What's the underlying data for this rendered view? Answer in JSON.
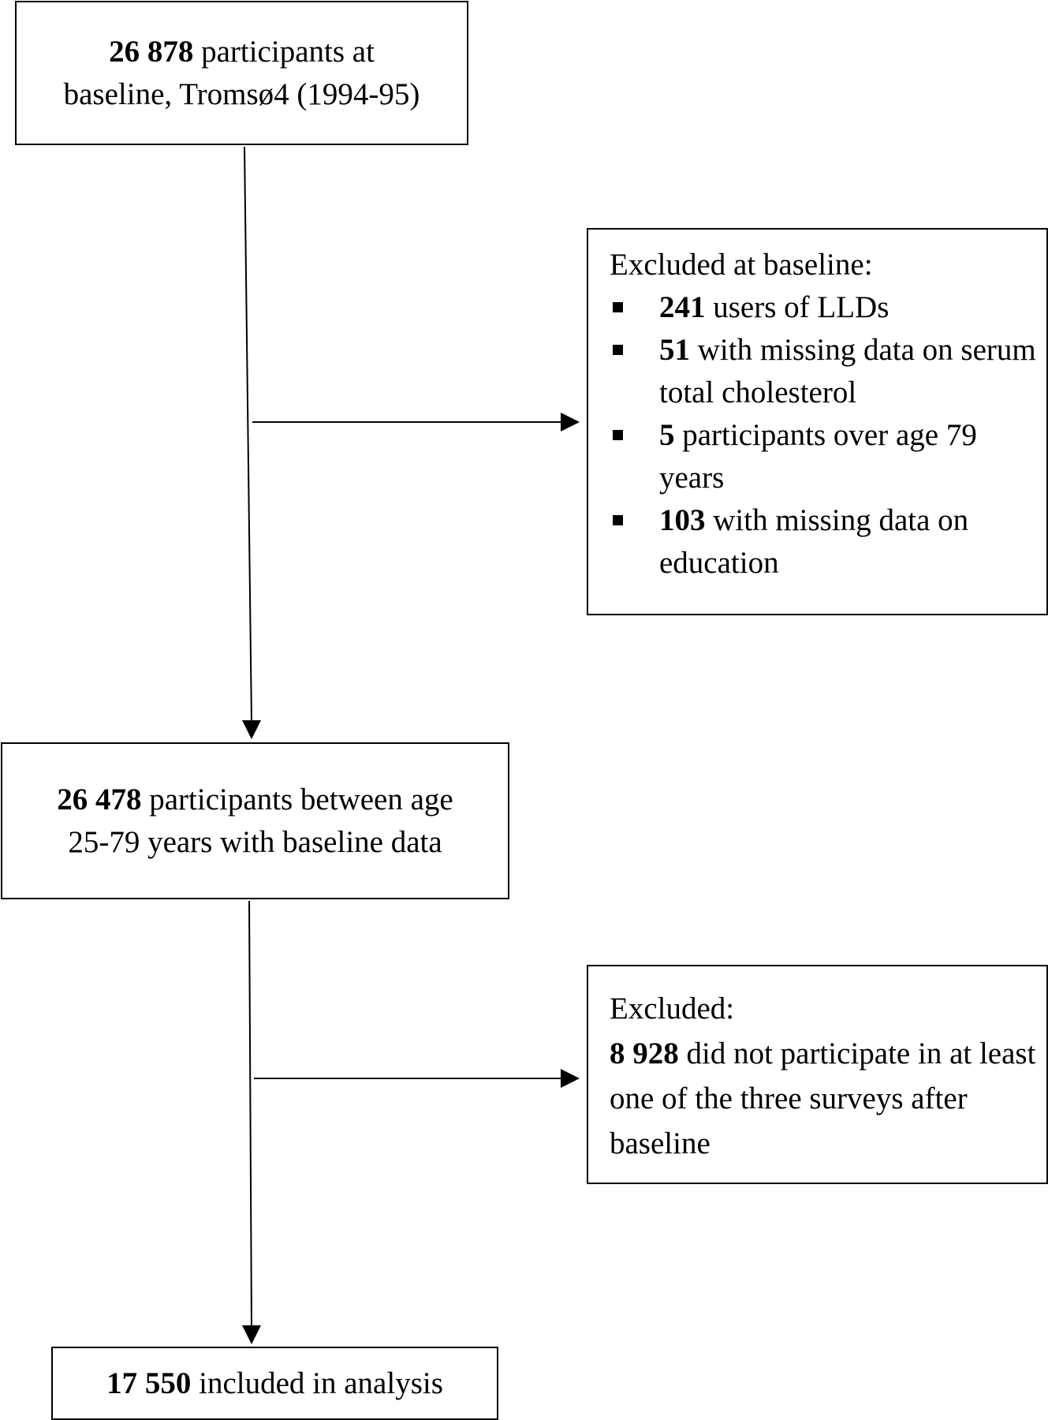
{
  "box_baseline": {
    "count": "26 878",
    "line1_rest": " participants at",
    "line2": "baseline, Tromsø4 (1994-95)"
  },
  "box_excluded_baseline": {
    "heading": "Excluded at baseline:",
    "items": [
      {
        "count": "241",
        "text": " users of LLDs"
      },
      {
        "count": "51",
        "text": " with missing data on serum total cholesterol"
      },
      {
        "count": "5",
        "text": " participants over age 79 years"
      },
      {
        "count": "103",
        "text": " with missing data on education"
      }
    ]
  },
  "box_eligible": {
    "count": "26 478",
    "line1_rest": " participants between age",
    "line2": "25-79 years with baseline data"
  },
  "box_excluded_followup": {
    "heading": "Excluded:",
    "count": "8 928",
    "text": " did not participate in at least one of the three surveys after baseline"
  },
  "box_included": {
    "count": "17 550",
    "text": " included in analysis"
  }
}
